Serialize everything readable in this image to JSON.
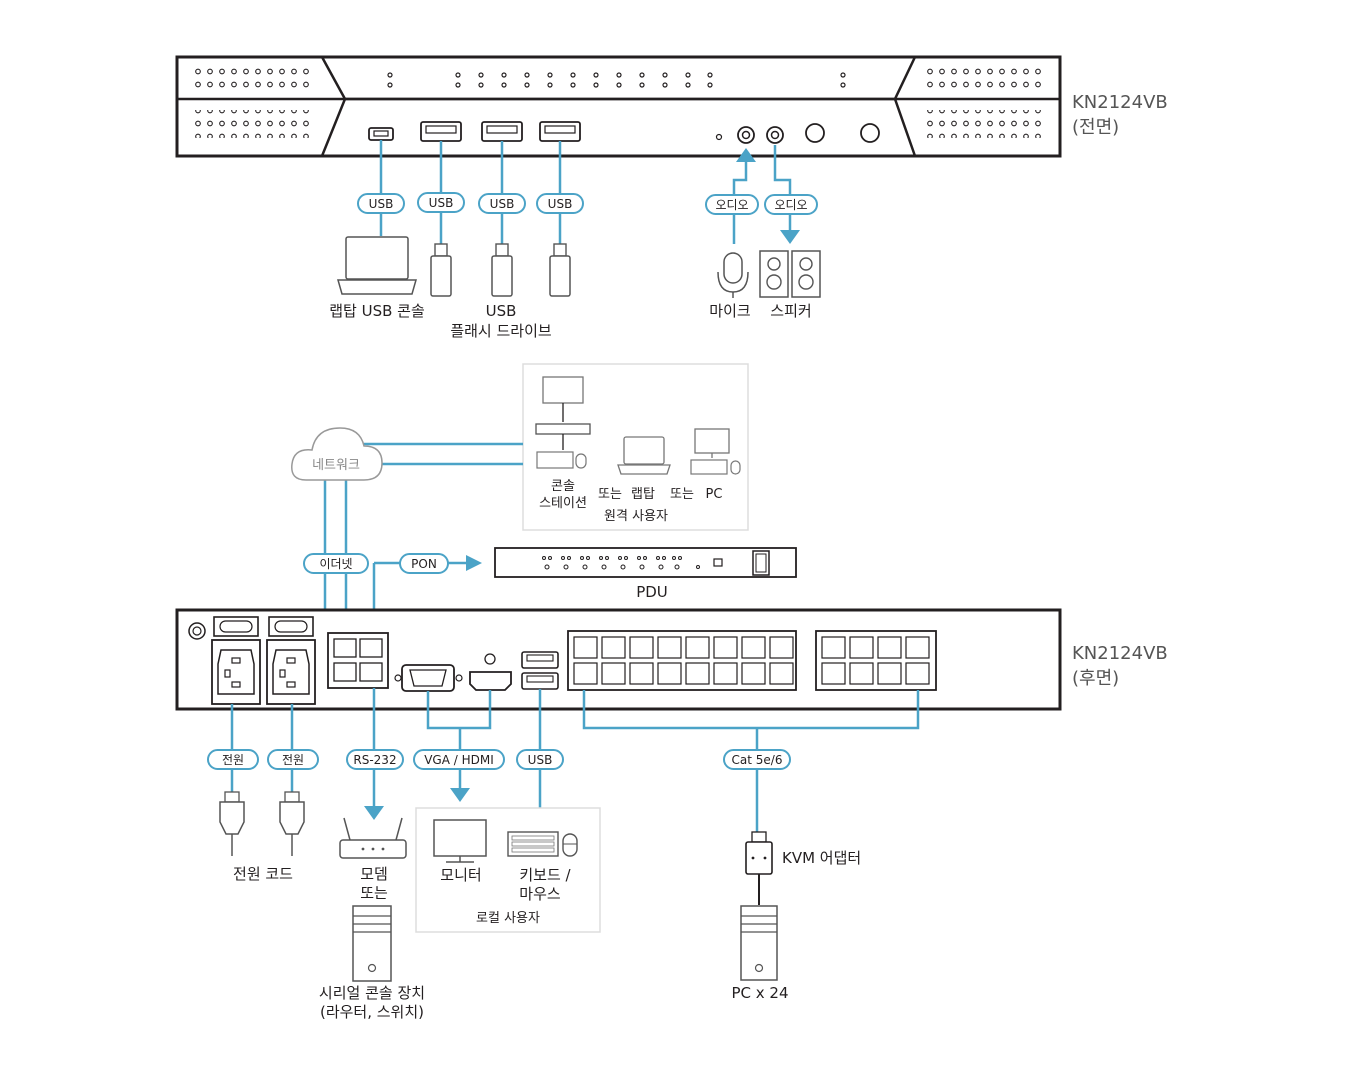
{
  "front": {
    "model": "KN2124VB",
    "view": "(전면)"
  },
  "rear": {
    "model": "KN2124VB",
    "view": "(후면)"
  },
  "connectors": {
    "usb": "USB",
    "audio": "오디오",
    "ethernet": "이더넷",
    "pon": "PON",
    "power": "전원",
    "rs232": "RS-232",
    "vga_hdmi": "VGA / HDMI",
    "cat": "Cat 5e/6"
  },
  "network": "네트워크",
  "labels": {
    "laptop_usb_console": "랩탑 USB 콘솔",
    "usb": "USB",
    "flash_drive": "플래시 드라이브",
    "mic": "마이크",
    "speaker": "스피커",
    "console_station_1": "콘솔",
    "console_station_2": "스테이션",
    "or": "또는",
    "laptop": "랩탑",
    "pc": "PC",
    "remote_user": "원격 사용자",
    "pdu": "PDU",
    "power_cord": "전원 코드",
    "modem": "모뎀",
    "or2": "또는",
    "serial_device": "시리얼 콘솔 장치",
    "serial_device_sub": "(라우터, 스위치)",
    "monitor": "모니터",
    "keyboard_mouse_1": "키보드 /",
    "keyboard_mouse_2": "마우스",
    "local_user": "로컬 사용자",
    "kvm_adapter": "KVM 어댑터",
    "pc_x24": "PC x 24"
  },
  "colors": {
    "cable": "#4ba3c7",
    "device": "#231f20"
  }
}
